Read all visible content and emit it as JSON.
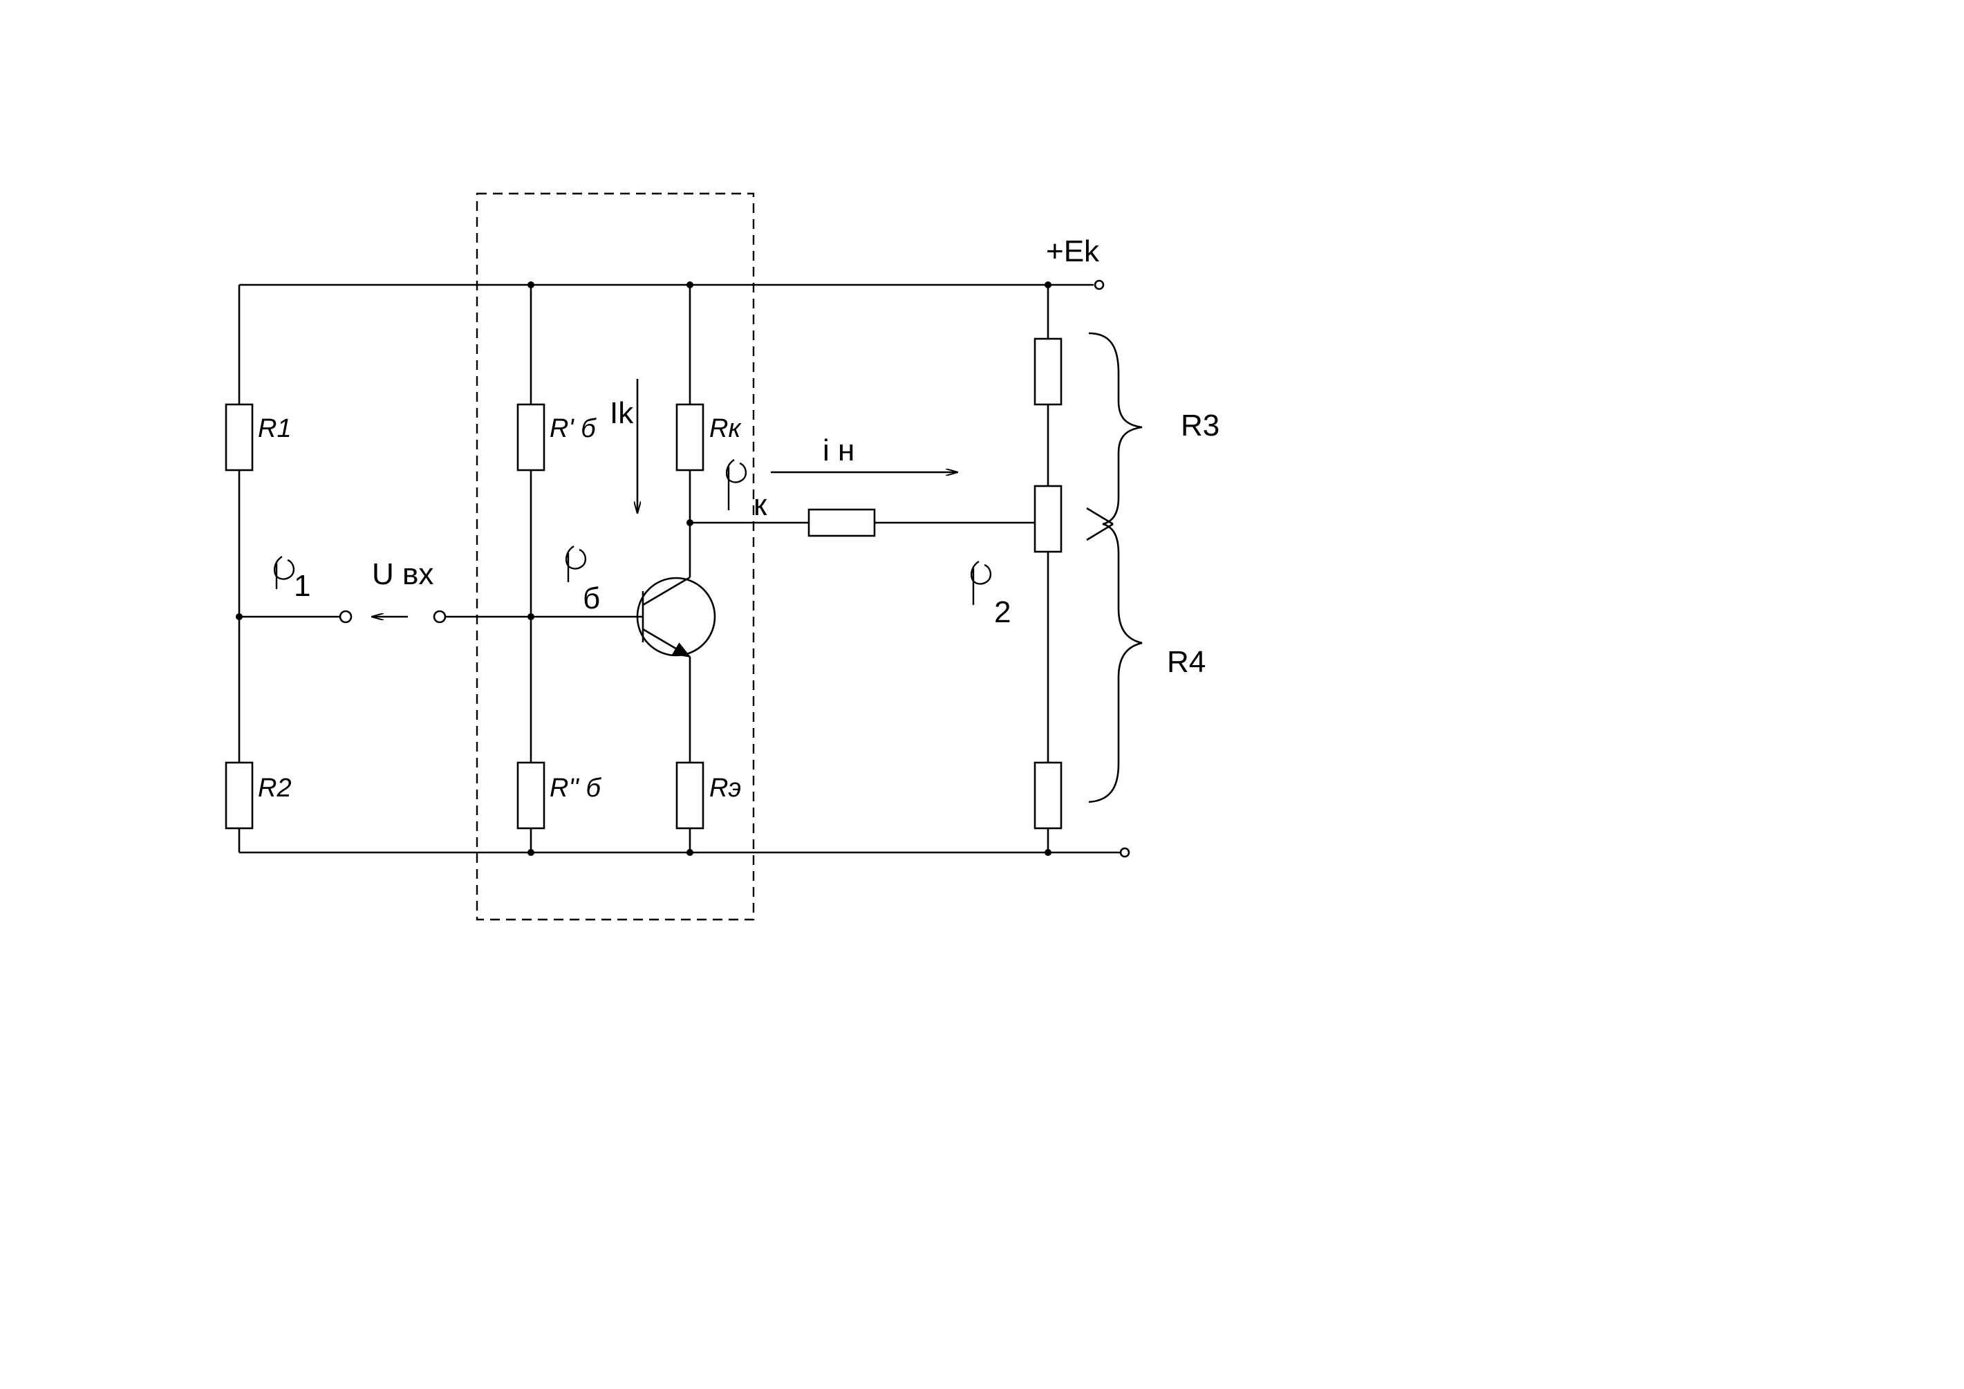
{
  "labels": {
    "supply": "+Ek",
    "r1": "R1",
    "r2": "R2",
    "rb1": "R' б",
    "rb2": "R'' б",
    "rk": "Rк",
    "re": "Rэ",
    "r3": "R3",
    "r4": "R4",
    "ik": "Ik",
    "in": "i н",
    "uin": "U вх",
    "phi1_sub": "1",
    "phib_sub": "б",
    "phik_sub": "к",
    "phi2_sub": "2"
  }
}
